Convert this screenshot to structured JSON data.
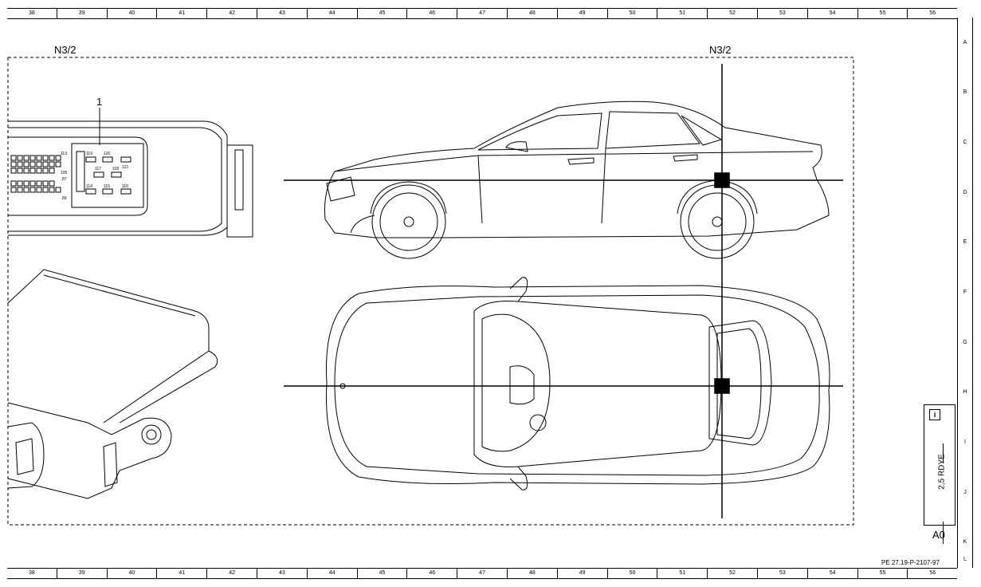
{
  "grid": {
    "columns": [
      "38",
      "39",
      "40",
      "41",
      "42",
      "43",
      "44",
      "45",
      "46",
      "47",
      "48",
      "49",
      "50",
      "51",
      "52",
      "53",
      "54",
      "55",
      "56"
    ],
    "rows": [
      "A",
      "B",
      "C",
      "D",
      "E",
      "F",
      "G",
      "H",
      "I",
      "J",
      "K",
      "L"
    ]
  },
  "labels": {
    "component_left": "N3/2",
    "component_right": "N3/2",
    "callout_1": "1"
  },
  "connector_pins": [
    "113",
    "105",
    "87",
    "89",
    "119",
    "120",
    "117",
    "118",
    "121",
    "114",
    "115",
    "116"
  ],
  "info_box": {
    "icon": "i",
    "wire_label": "2,5 RDYE"
  },
  "location_code": "A0",
  "document_id": "PE 27.19-P-2107-97"
}
